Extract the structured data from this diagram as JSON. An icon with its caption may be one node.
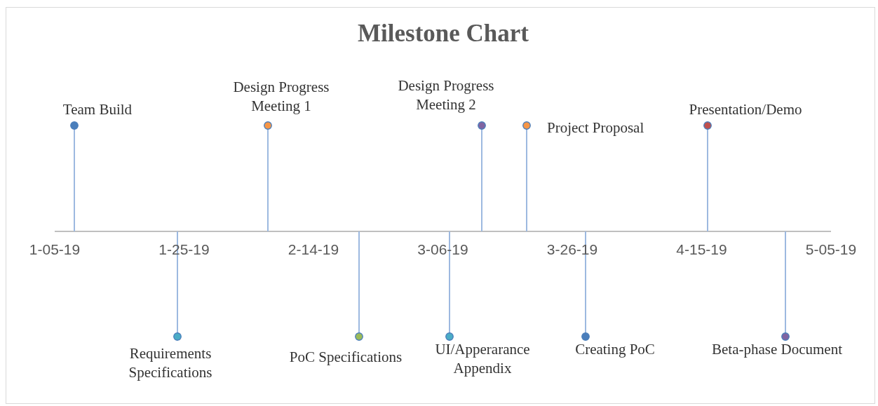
{
  "diagram": {
    "title": "Milestone Chart",
    "nodes": [
      {
        "text": [
          "Team Build"
        ]
      },
      {
        "text": [
          "Requirements Specifications"
        ]
      },
      {
        "text": [
          "Design Progress Meeting 1"
        ]
      },
      {
        "text": [
          "PoC Specifications"
        ]
      },
      {
        "text": [
          "Design Progress Meeting 2"
        ]
      },
      {
        "text": [
          "UI/Apperarance Appendix"
        ]
      },
      {
        "text": [
          "Project Proposal"
        ]
      },
      {
        "text": [
          "Creating PoC"
        ]
      },
      {
        "text": [
          "Presentation/Demo"
        ]
      },
      {
        "text": [
          "Beta-phase Document"
        ]
      }
    ],
    "edges": [
      {
        "from": 0,
        "to": null,
        "arrow": "other"
      },
      {
        "from": 1,
        "to": null,
        "arrow": "other"
      },
      {
        "from": 2,
        "to": null,
        "arrow": "other"
      },
      {
        "from": 3,
        "to": null,
        "arrow": "other"
      },
      {
        "from": 4,
        "to": null,
        "arrow": "other"
      },
      {
        "from": 5,
        "to": null,
        "arrow": "other"
      },
      {
        "from": 6,
        "to": null,
        "arrow": "other"
      },
      {
        "from": 7,
        "to": null,
        "arrow": "other"
      },
      {
        "from": 8,
        "to": null,
        "arrow": "other"
      },
      {
        "from": 9,
        "to": null,
        "arrow": "other"
      }
    ],
    "labels": [
      "1-05-19",
      "1-25-19",
      "2-14-19",
      "3-06-19",
      "3-26-19",
      "4-15-19",
      "5-05-19"
    ]
  }
}
